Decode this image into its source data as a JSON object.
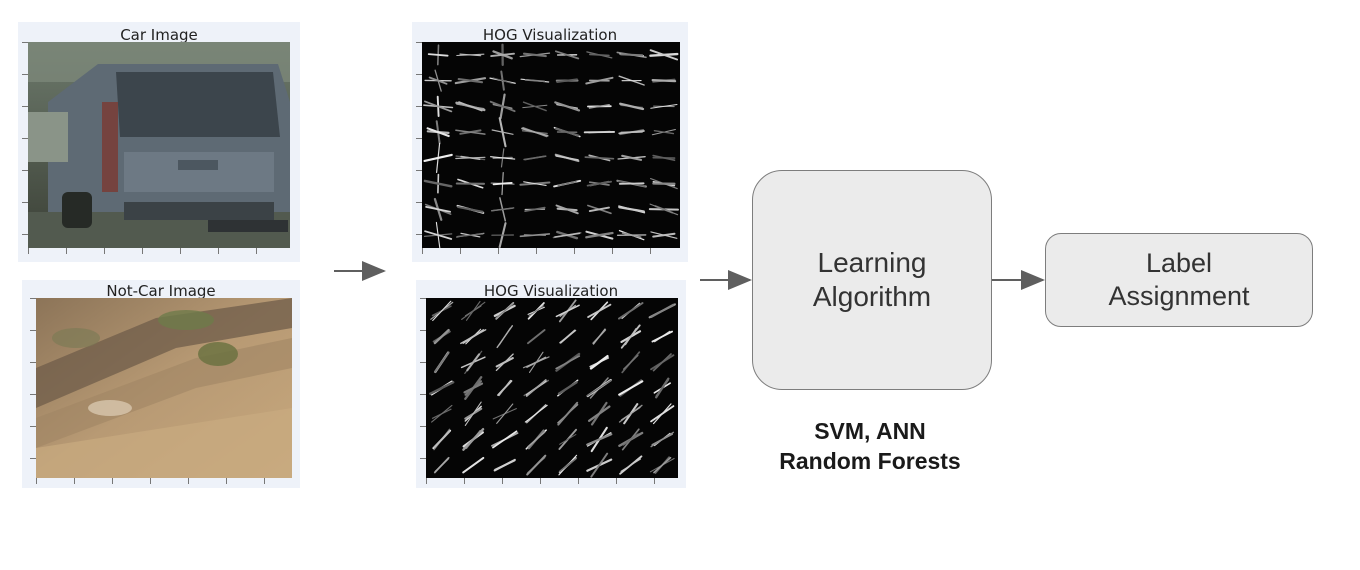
{
  "panels": {
    "car_title": "Car Image",
    "car_hog_title": "HOG Visualization",
    "notcar_title": "Not-Car Image",
    "notcar_hog_title": "HOG Visualization"
  },
  "nodes": {
    "learning": [
      "Learning",
      "Algorithm"
    ],
    "label": [
      "Label",
      "Assignment"
    ]
  },
  "algorithms": [
    "SVM, ANN",
    "Random Forests"
  ],
  "colors": {
    "node_fill": "#ebebeb",
    "node_border": "#7d7d7d",
    "arrow": "#5f5f5f",
    "panel_bg": "#eef2f9",
    "hog_bg": "#050505"
  }
}
